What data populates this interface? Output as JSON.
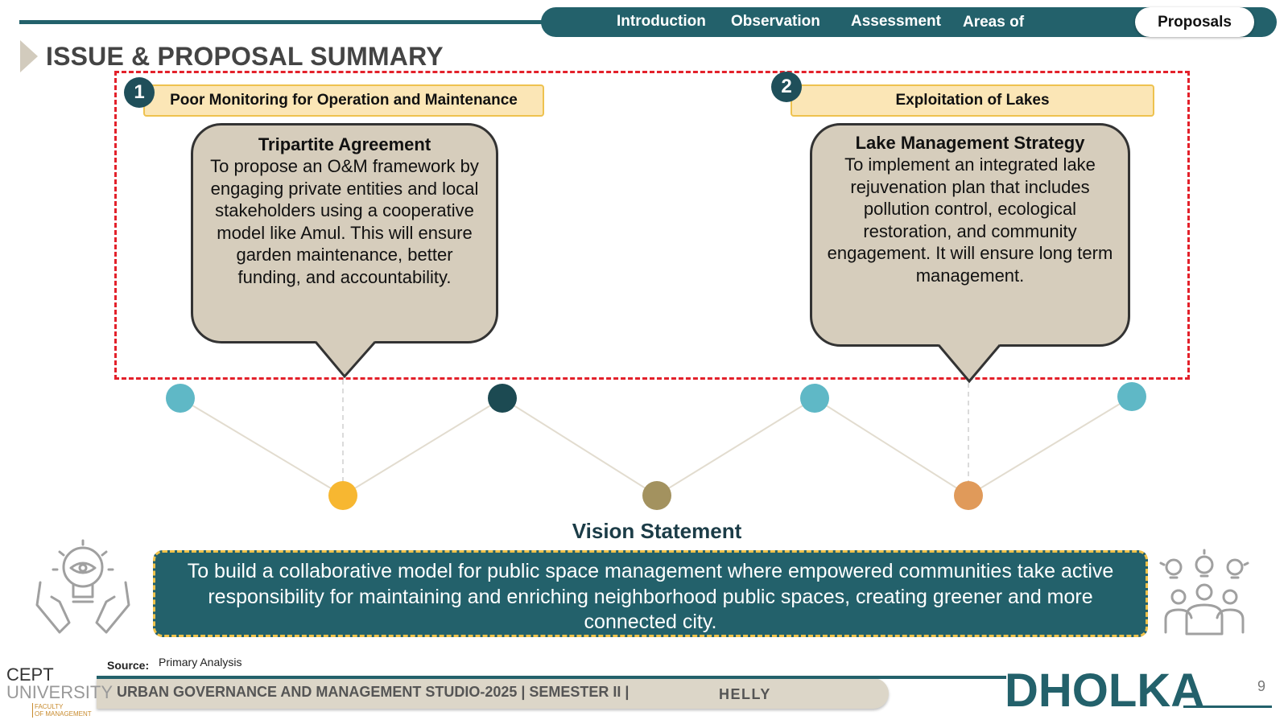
{
  "nav": {
    "items": [
      "Introduction",
      "Observation",
      "Assessment",
      "Areas of Improvement"
    ],
    "active": "Proposals"
  },
  "title": "ISSUE & PROPOSAL SUMMARY",
  "issues": [
    {
      "number": "1",
      "header": "Poor Monitoring for Operation and Maintenance",
      "proposal_title": "Tripartite Agreement",
      "proposal_body": "To propose an O&M framework by engaging private entities and local stakeholders using a cooperative model like Amul. This will ensure garden maintenance, better funding, and accountability."
    },
    {
      "number": "2",
      "header": "Exploitation of Lakes",
      "proposal_title": "Lake Management Strategy",
      "proposal_body": "To implement an integrated lake rejuvenation plan that includes pollution control, ecological restoration, and community engagement. It will ensure long term management."
    }
  ],
  "vision": {
    "heading": "Vision Statement",
    "text": "To build a collaborative model for public space management where empowered communities take active responsibility for maintaining and enriching neighborhood public spaces, creating greener and more connected city."
  },
  "source": {
    "label": "Source:",
    "value": "Primary Analysis"
  },
  "footer": {
    "studio": "URBAN GOVERNANCE AND MANAGEMENT STUDIO-2025 | SEMESTER II |",
    "author": "HELLY",
    "city": "DHOLKA",
    "page": "9"
  },
  "logo": {
    "line1": "CEPT",
    "line2": "UNIVERSITY",
    "line3": "FACULTY",
    "line4": "OF MANAGEMENT"
  },
  "colors": {
    "teal": "#23616b",
    "dark_teal": "#1f4f5a",
    "light_teal": "#5fb8c6",
    "yellow": "#f7b731",
    "olive": "#a3925f",
    "orange": "#e09a5a",
    "red_dash": "#e3212b",
    "callout": "#d6cdbc",
    "header_fill": "#fbe6b6"
  },
  "icons": {
    "left": "lightbulb-hands-icon",
    "right": "idea-team-icon"
  }
}
